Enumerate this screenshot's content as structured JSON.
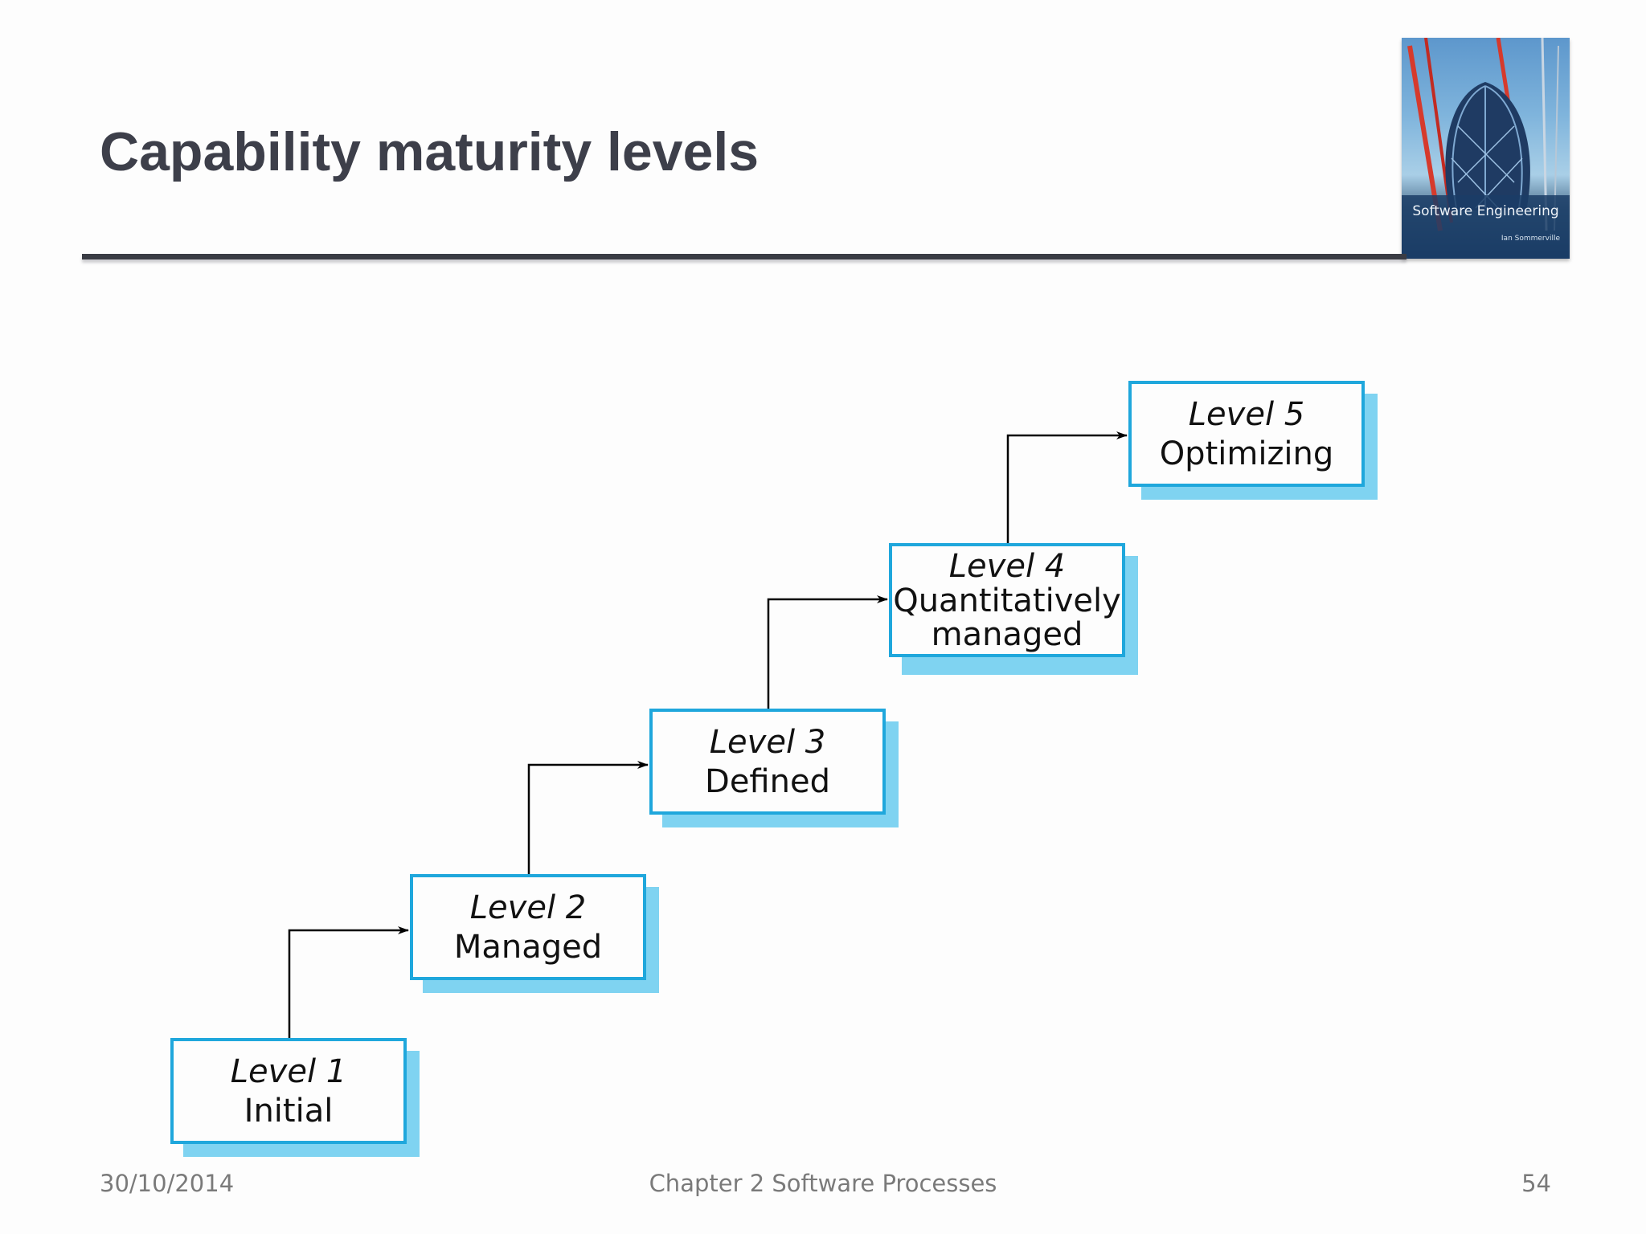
{
  "slide": {
    "title": "Capability maturity levels",
    "cover": {
      "title": "Software Engineering",
      "author": "Ian Sommerville",
      "icon": "book-cover-image"
    },
    "footer": {
      "date": "30/10/2014",
      "chapter": "Chapter 2 Software Processes",
      "page": "54"
    }
  },
  "diagram": {
    "box_border_color": "#1fa7dc",
    "box_shadow_color": "#7fd3f1",
    "arrow_color": "#000000",
    "levels": [
      {
        "number": "Level 1",
        "name": "Initial"
      },
      {
        "number": "Level 2",
        "name": "Managed"
      },
      {
        "number": "Level 3",
        "name": "Defined"
      },
      {
        "number": "Level 4",
        "name_line1": "Quantitatively",
        "name_line2": "managed"
      },
      {
        "number": "Level 5",
        "name": "Optimizing"
      }
    ]
  }
}
